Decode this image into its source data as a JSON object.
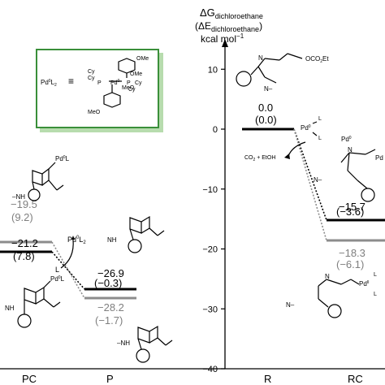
{
  "axis": {
    "label_line1": "ΔG",
    "label_line1_sub": "dichloroethane",
    "label_line2": "(ΔE",
    "label_line2_sub": "dichloroethane",
    "label_line2_end": ")",
    "unit": "kcal mol",
    "unit_sup": "−1",
    "ticks": [
      {
        "value": 10,
        "label": "10"
      },
      {
        "value": 0,
        "label": "0"
      },
      {
        "value": -10,
        "label": "−10"
      },
      {
        "value": -20,
        "label": "−20"
      },
      {
        "value": -30,
        "label": "−30"
      },
      {
        "value": -40,
        "label": "−40"
      }
    ]
  },
  "legend": {
    "pd_label": "Pd",
    "pd_sup": "0",
    "pd_sub": "L",
    "pd_sub2": "2",
    "equiv": "≡",
    "ligand_labels": [
      "OMe",
      "OMe",
      "MeO",
      "MeO",
      "Cy",
      "Cy",
      "Cy",
      "Cy",
      "P",
      "P",
      "Pd",
      "0"
    ]
  },
  "left_panel": {
    "pc_gray": {
      "dg": "−19.5",
      "de": "(9.2)"
    },
    "pc_black": {
      "dg": "−21.2",
      "de": "(7.8)"
    },
    "p_black": {
      "dg": "−26.9",
      "de": "(−0.3)"
    },
    "p_gray": {
      "dg": "−28.2",
      "de": "(−1.7)"
    },
    "pdl2_label": "Pd",
    "pdl2_sup": "0",
    "pdl2_sub": "L",
    "pdl2_sub2": "2",
    "l_label": "L",
    "pd_l_label": "Pd",
    "pd_l_sup": "0",
    "pd_l_end": "L",
    "nh_label": "NH",
    "n_me_label": "–NH"
  },
  "right_panel": {
    "r": {
      "dg": "0.0",
      "de": "(0.0)"
    },
    "rc_black": {
      "dg": "−15.7",
      "de": "(−3.6)"
    },
    "rc_gray": {
      "dg": "−18.3",
      "de": "(−6.1)"
    },
    "byproduct": "CO",
    "byproduct_sub": "2",
    "byproduct_end": " + EtOH",
    "reactant_group": "OCO",
    "reactant_group_sub": "2",
    "reactant_group_end": "Et",
    "pd_label": "Pd",
    "pd_sup": "0",
    "pd_l_label": "L",
    "pd_label_rc": "Pd",
    "pd_sup_rc": "II",
    "pd_l_rc": "L",
    "n_label": "N",
    "nh_label": "N–"
  },
  "x_labels": {
    "pc": "PC",
    "p": "P",
    "r": "R",
    "rc": "RC"
  },
  "colors": {
    "legend_border": "#3a8f3a",
    "legend_shadow": "#b7dcae",
    "gray_level": "#8c8c8c",
    "black_level": "#000000"
  },
  "chart_data": {
    "type": "line",
    "title": "",
    "ylabel": "ΔG dichloroethane (ΔE dichloroethane) kcal mol−1",
    "ylim": [
      -40,
      15
    ],
    "categories": [
      "PC",
      "P",
      "R",
      "RC"
    ],
    "series": [
      {
        "values": [
          -21.2,
          -26.9,
          0.0,
          -15.7
        ]
      },
      {
        "values": [
          -19.5,
          -28.2,
          null,
          -18.3
        ]
      }
    ],
    "energies_electronic": [
      {
        "state": "PC",
        "values": [
          7.8,
          9.2
        ]
      },
      {
        "state": "P",
        "values": [
          -0.3,
          -1.7
        ]
      },
      {
        "state": "R",
        "values": [
          0.0
        ]
      },
      {
        "state": "RC",
        "values": [
          -3.6,
          -6.1
        ]
      }
    ]
  }
}
